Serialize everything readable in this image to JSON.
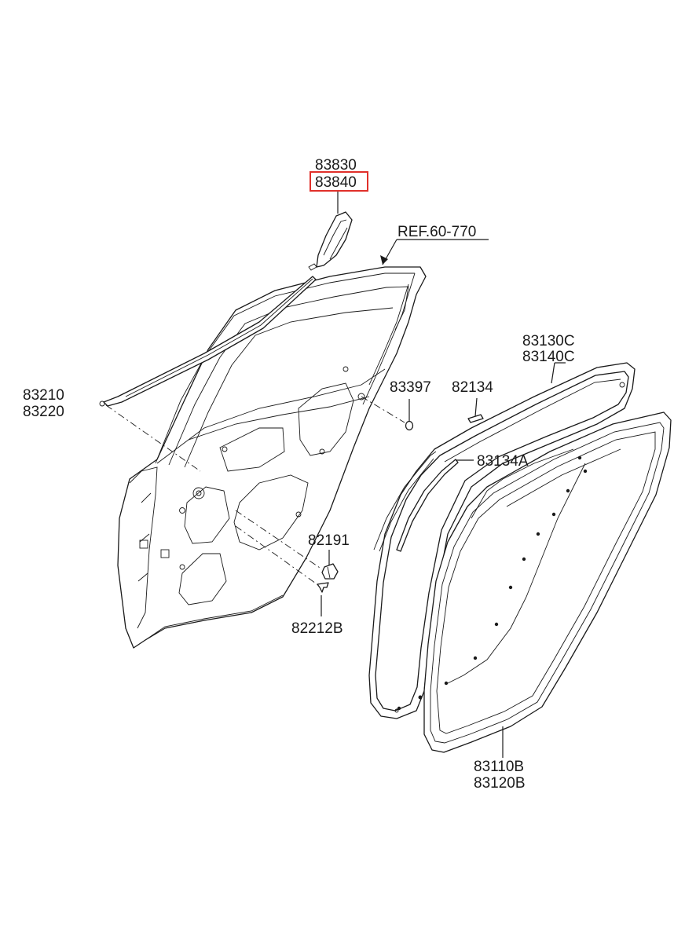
{
  "highlight_color": "#e0302a",
  "labels": {
    "p83830": "83830",
    "p83840": "83840",
    "ref": "REF.60-770",
    "p83210": "83210",
    "p83220": "83220",
    "p83397": "83397",
    "p82134": "82134",
    "p83130c": "83130C",
    "p83140c": "83140C",
    "p83134a": "83134A",
    "p82191": "82191",
    "p82212b": "82212B",
    "p83110b": "83110B",
    "p83120b": "83120B"
  }
}
